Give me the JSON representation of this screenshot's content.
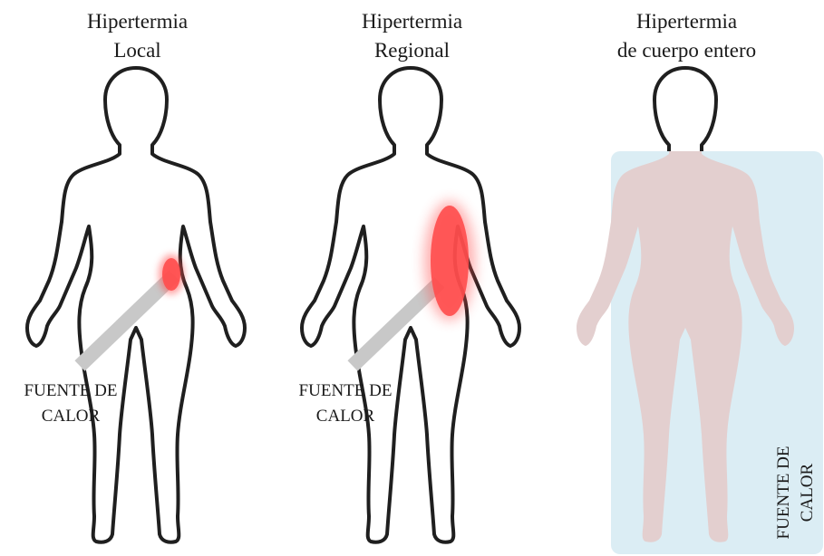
{
  "panels": [
    {
      "title_lines": [
        "Hipertermia",
        "Local"
      ],
      "heat_label_lines": [
        "FUENTE DE",
        "CALOR"
      ],
      "colors": {
        "outline": "#1f1f1f",
        "heat": "#ff4d4d",
        "probe": "#c8c8c8"
      }
    },
    {
      "title_lines": [
        "Hipertermia",
        "Regional"
      ],
      "heat_label_lines": [
        "FUENTE DE",
        "CALOR"
      ],
      "colors": {
        "outline": "#1f1f1f",
        "heat": "#ff4d4d",
        "probe": "#c8c8c8"
      }
    },
    {
      "title_lines": [
        "Hipertermia",
        "de cuerpo entero"
      ],
      "heat_label_lines": [
        "FUENTE DE",
        "CALOR"
      ],
      "colors": {
        "outline": "#1f1f1f",
        "body_fill": "#e3cfcf",
        "tub": "#dbedf4"
      }
    }
  ]
}
